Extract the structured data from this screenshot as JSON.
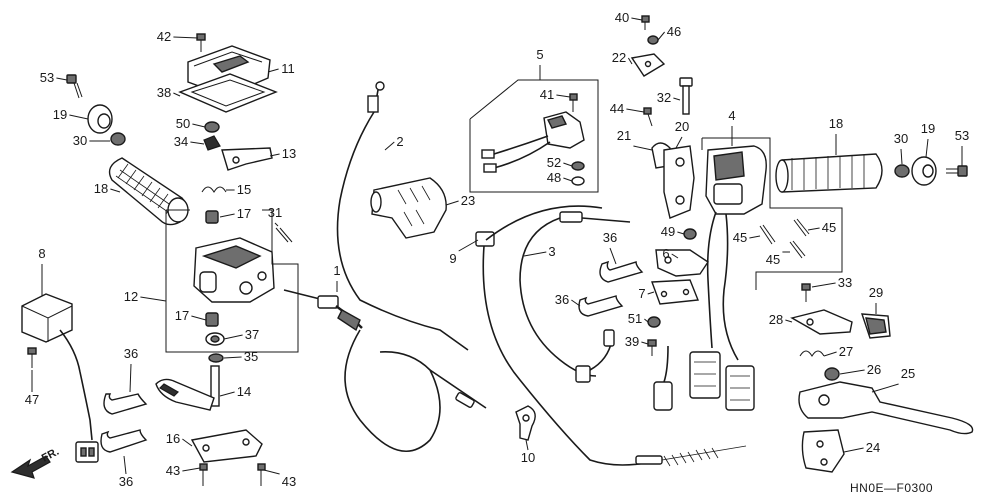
{
  "diagram_code": "HN0E—F0300",
  "direction_label": "FR.",
  "callouts": [
    "1",
    "2",
    "3",
    "4",
    "5",
    "6",
    "7",
    "8",
    "9",
    "10",
    "11",
    "12",
    "13",
    "14",
    "15",
    "16",
    "17",
    "17",
    "18",
    "18",
    "19",
    "19",
    "20",
    "21",
    "22",
    "23",
    "24",
    "25",
    "26",
    "27",
    "28",
    "29",
    "30",
    "30",
    "31",
    "32",
    "33",
    "34",
    "35",
    "36",
    "36",
    "36",
    "36",
    "37",
    "38",
    "39",
    "40",
    "41",
    "42",
    "43",
    "43",
    "44",
    "45",
    "45",
    "45",
    "46",
    "47",
    "48",
    "49",
    "50",
    "51",
    "52",
    "53",
    "53"
  ]
}
